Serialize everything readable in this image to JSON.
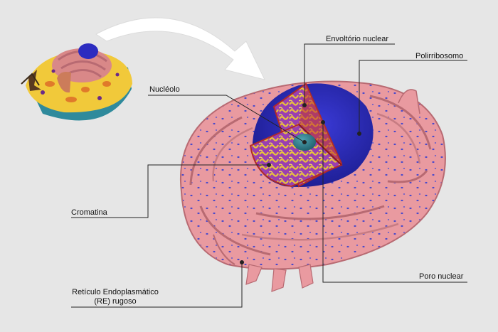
{
  "labels": {
    "envoltorio": "Envoltório nuclear",
    "polirribosomo": "Polirribosomo",
    "nucleolo": "Nucléolo",
    "cromatina": "Cromatina",
    "poro": "Poro nuclear",
    "reticulo_line1": "Retículo Endoplasmático",
    "reticulo_line2": "(RE) rugoso"
  },
  "colors": {
    "background": "#e6e6e6",
    "membrane_pink": "#e6969b",
    "membrane_dark": "#b86a72",
    "ribosome_blue": "#4a4acb",
    "nucleus_blue": "#2c2cc0",
    "chromatin_purple": "#9a3fb0",
    "chromatin_yellow": "#e8c43a",
    "nucleolus_teal": "#2e7f8e",
    "cell_yellow": "#f1c93a",
    "cell_teal": "#2f8a9c",
    "leader_line": "#222222"
  },
  "icons": [
    "curved-arrow",
    "cell-thumbnail",
    "cutaway-nucleus"
  ]
}
